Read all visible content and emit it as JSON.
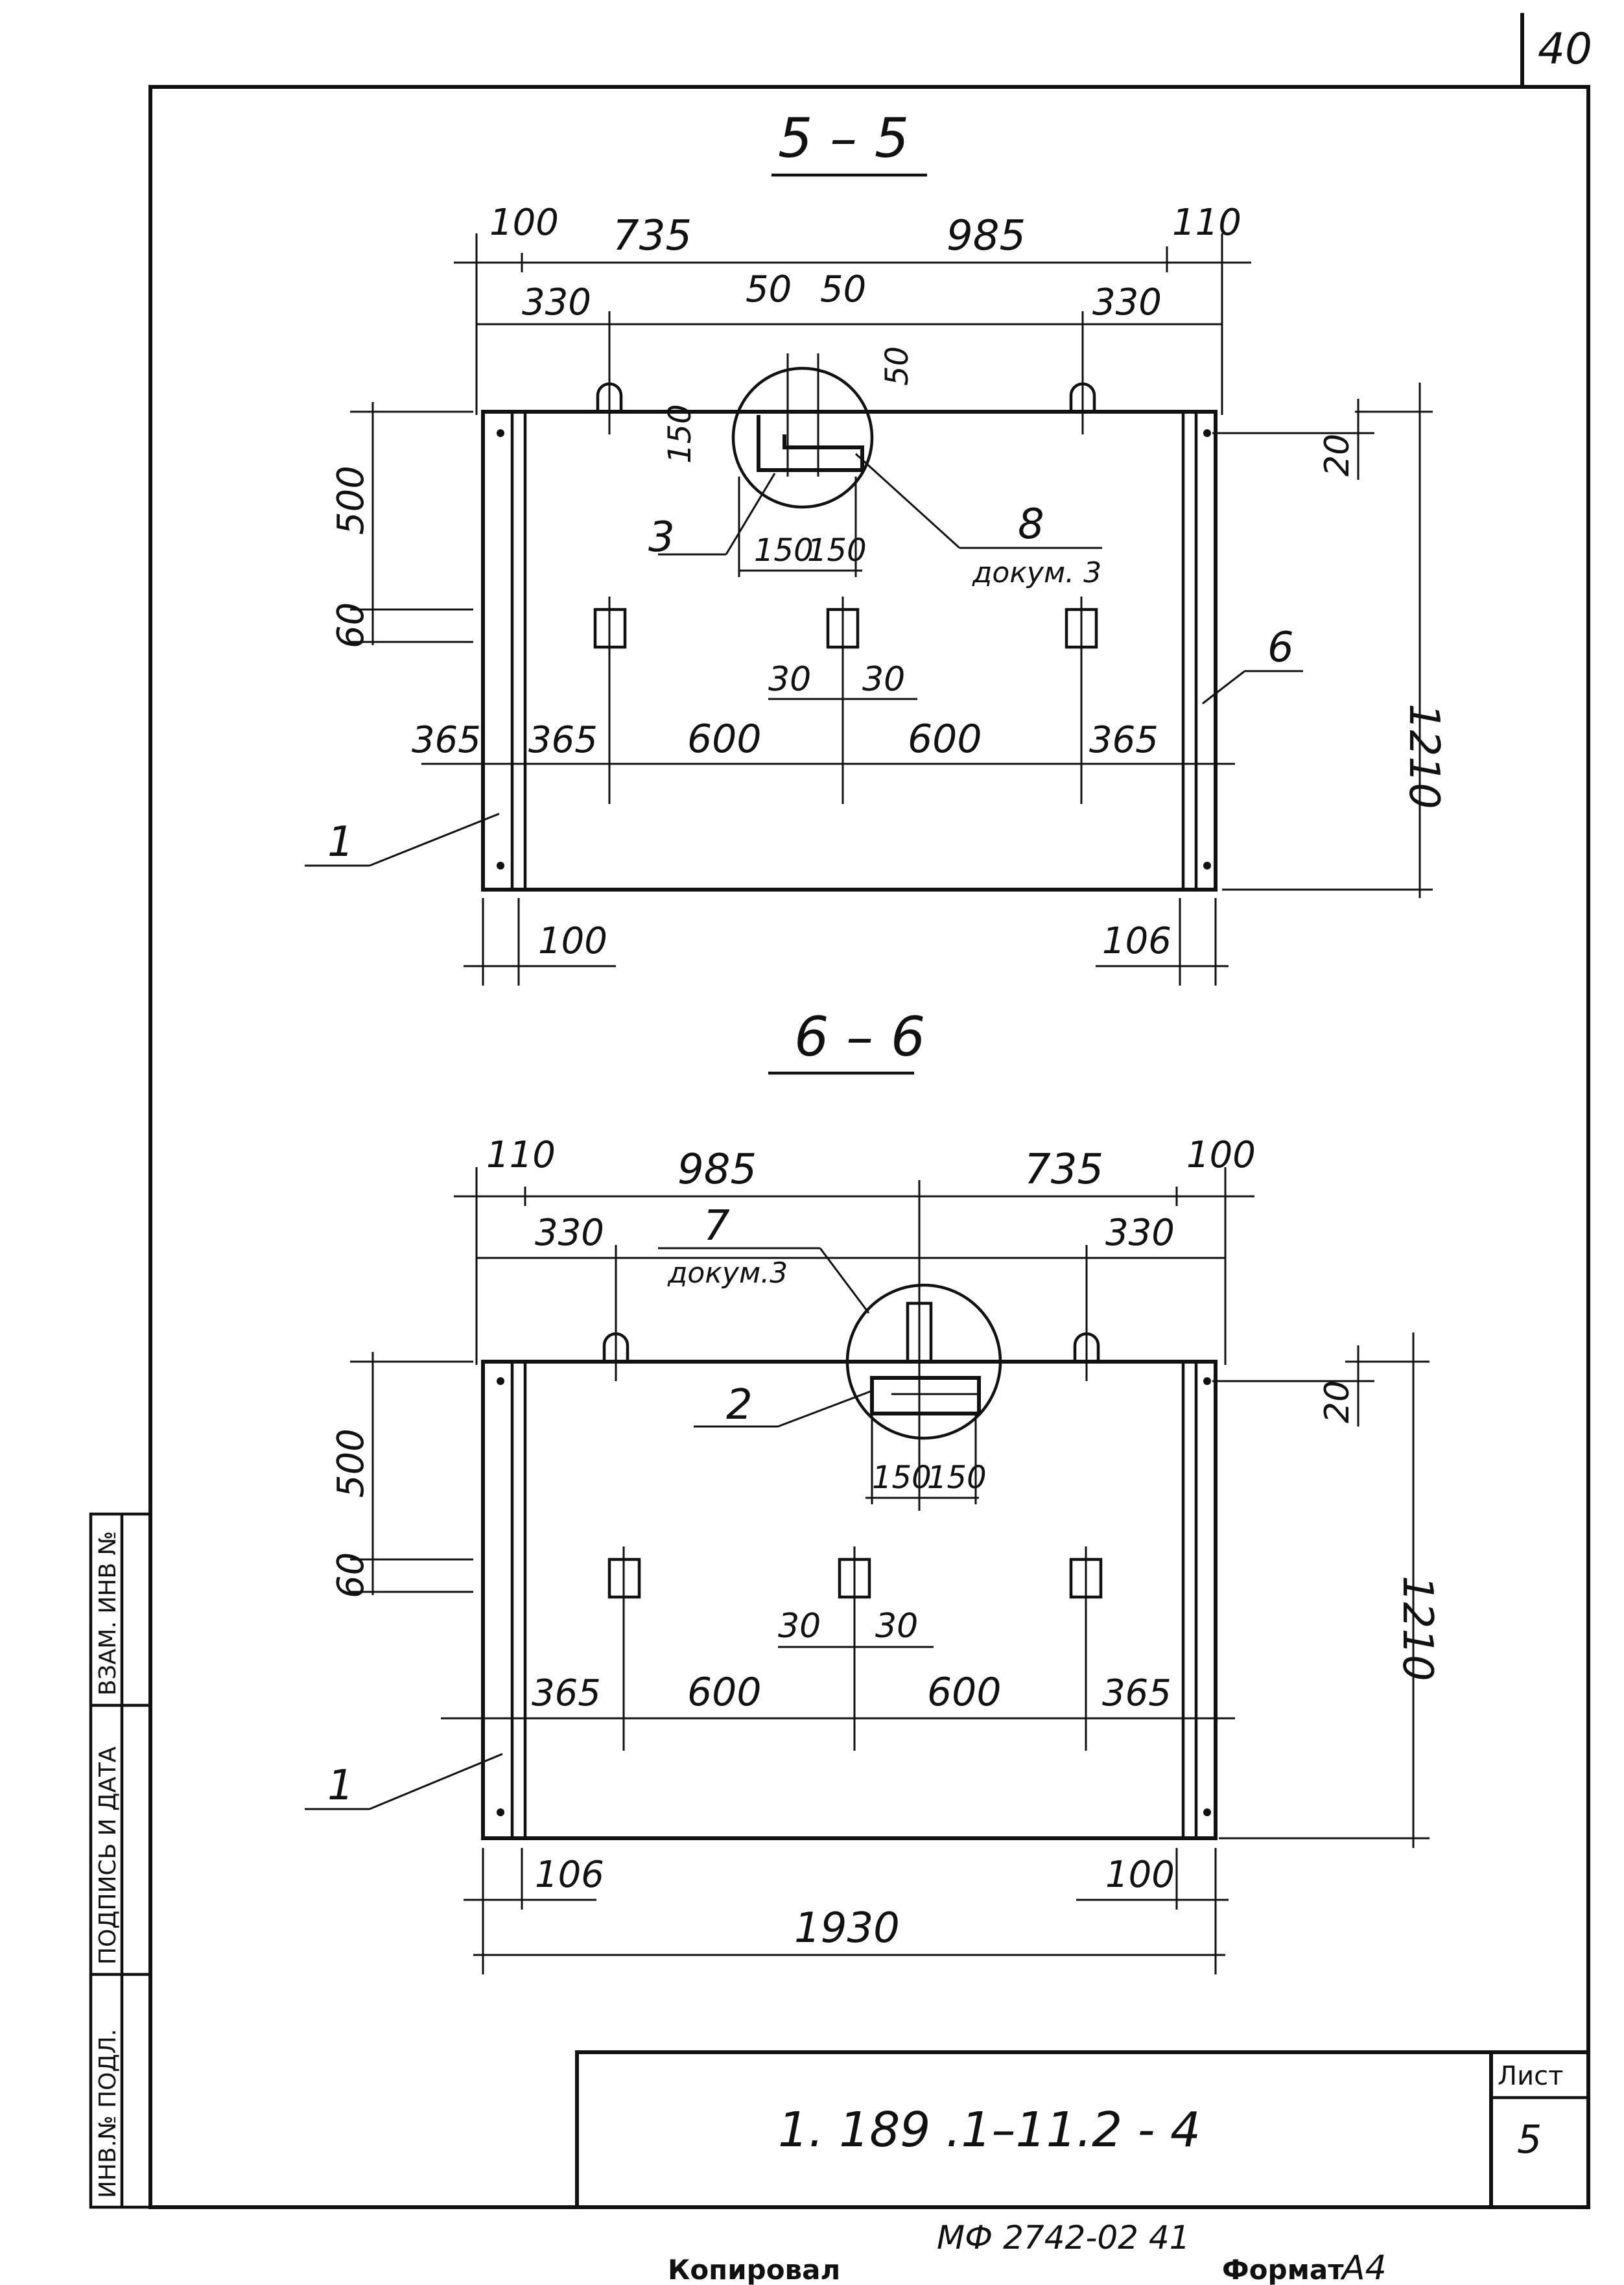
{
  "corner_sheet_number": "40",
  "sections": {
    "s55": {
      "title": "5 – 5",
      "dim_top": [
        "100",
        "735",
        "985",
        "110"
      ],
      "dim_second": [
        "330",
        "50",
        "50",
        "330"
      ],
      "dim_50_vertical": "50",
      "dim_150_vertical": "150",
      "dim_150_bottom": [
        "150",
        "150"
      ],
      "dim_left_500": "500",
      "dim_left_60": "60",
      "dim_right_20": "20",
      "dim_right_1210": "1210",
      "dim_30": [
        "30",
        "30"
      ],
      "dim_horizontal": [
        "365",
        "365",
        "600",
        "600",
        "365"
      ],
      "dim_bottom": [
        "100",
        "106"
      ],
      "callout_1": "1",
      "callout_3": "3",
      "callout_6": "6",
      "callout_8": "8",
      "callout_8_ref": "докум. 3"
    },
    "s66": {
      "title": "6 – 6",
      "dim_top": [
        "110",
        "985",
        "735",
        "100"
      ],
      "dim_second": [
        "330",
        "330"
      ],
      "dim_150_bottom": [
        "150",
        "150"
      ],
      "dim_left_500": "500",
      "dim_left_60": "60",
      "dim_right_20": "20",
      "dim_right_1210": "1210",
      "dim_30": [
        "30",
        "30"
      ],
      "dim_horizontal": [
        "365",
        "600",
        "600",
        "365"
      ],
      "dim_bottom": [
        "106",
        "100"
      ],
      "dim_total": "1930",
      "callout_1": "1",
      "callout_2": "2",
      "callout_7": "7",
      "callout_7_ref": "докум.3"
    }
  },
  "side_stamp": {
    "label_top": "ВЗАМ. ИНВ №",
    "label_middle": "ПОДПИСЬ И ДАТА",
    "label_bottom": "ИНВ.№ ПОДЛ."
  },
  "title_block": {
    "doc_code": "1. 189 .1–11.2 - 4",
    "sheet_label": "Лист",
    "sheet_number": "5"
  },
  "footer": {
    "archive_number": "МФ 2742-02  41",
    "copied_label": "Копировал",
    "format_label": "Формат",
    "format_value": "А4"
  }
}
